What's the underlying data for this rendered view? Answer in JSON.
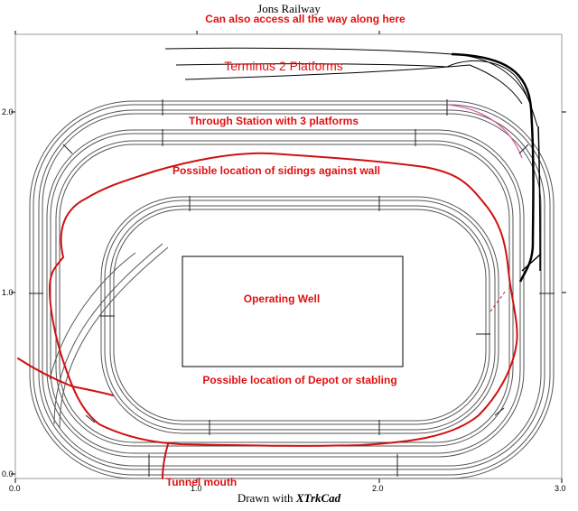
{
  "title": "Jons Railway",
  "footer": {
    "prefix": "Drawn with ",
    "app": "XTrkCad"
  },
  "axes": {
    "x_ticks": [
      "0.0",
      "1.0",
      "2.0",
      "3.0"
    ],
    "y_ticks": [
      "0.0",
      "1.0",
      "2.0"
    ]
  },
  "annotations": {
    "access": "Can also access all the way along here",
    "terminus": "Terminus 2 Platforms",
    "through_station": "Through Station with 3 platforms",
    "sidings": "Possible location of sidings against  wall",
    "operating_well": "Operating Well",
    "depot": "Possible location of Depot or stabling",
    "tunnel": "Tunnel mouth"
  },
  "colors": {
    "annotation": "#e01010",
    "track": "#555555",
    "pink_track": "#e05aa8",
    "frame": "#888888"
  }
}
